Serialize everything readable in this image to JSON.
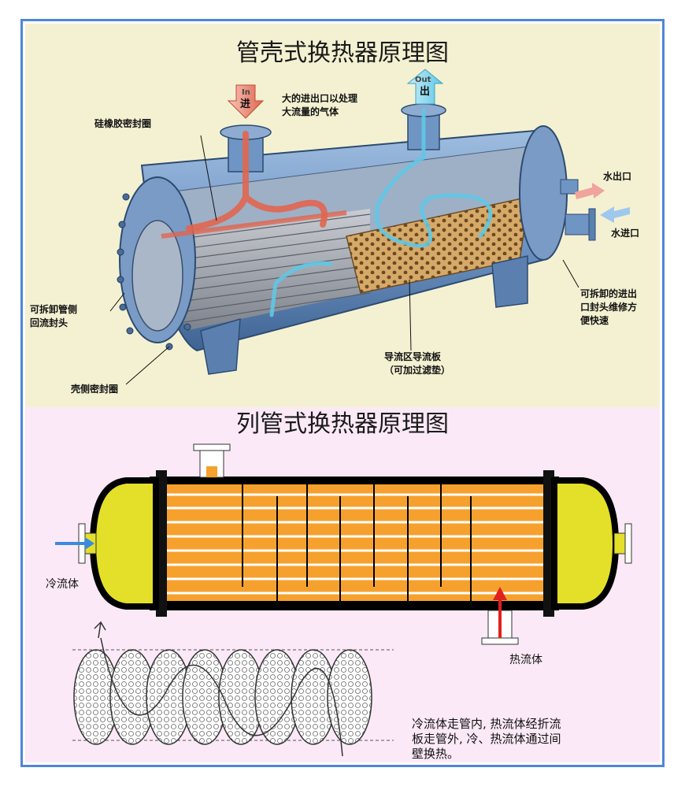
{
  "top_diagram": {
    "title": "管壳式换热器原理图",
    "in_en": "In",
    "in_cn": "进",
    "out_en": "Out",
    "out_cn": "出",
    "label_large_inlet": [
      "大的进出口以处理",
      "大流量的气体"
    ],
    "label_silicone_seal": "硅橡胶密封圈",
    "label_water_out": "水出口",
    "label_water_in": "水进口",
    "label_removable_tube_side": [
      "可拆卸管侧",
      "回流封头"
    ],
    "label_removable_inlet": [
      "可拆卸的进出",
      "口封头维修方",
      "便快速"
    ],
    "label_baffle": [
      "导流区导流板",
      "（可加过滤垫）"
    ],
    "label_shell_seal": "壳侧密封圈",
    "colors": {
      "shell": "#6f95c4",
      "hot_flow": "#e0664f",
      "cold_flow": "#5ec8e6",
      "baffle": "#d7a968"
    }
  },
  "bottom_diagram": {
    "title": "列管式换热器原理图",
    "label_cold_fluid": "冷流体",
    "label_hot_fluid": "热流体",
    "description": [
      "冷流体走管内, 热流体经折流",
      "板走管外, 冷、热流体通过间",
      "壁换热。"
    ],
    "colors": {
      "tubes": "#f6a12e",
      "heads": "#e4e02a",
      "cold_arrow": "#3a8ae0",
      "hot_arrow": "#e0201c"
    }
  }
}
